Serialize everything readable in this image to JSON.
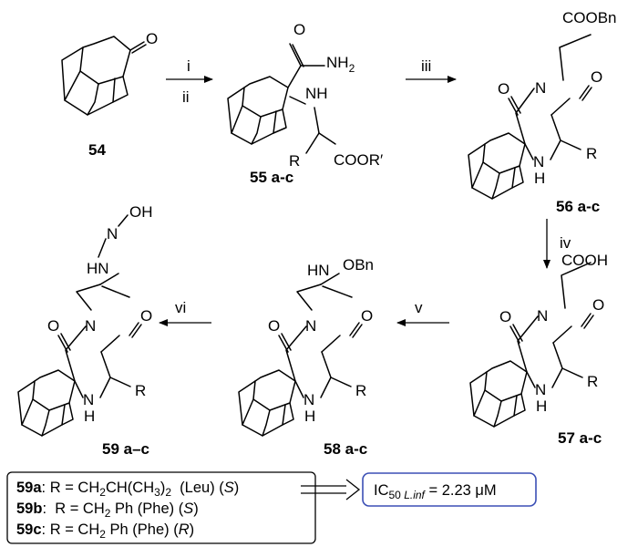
{
  "scheme": {
    "compounds": {
      "c54": "54",
      "c55": "55 a-c",
      "c56": "56 a-c",
      "c57": "57 a-c",
      "c58": "58 a-c",
      "c59": "59 a–c"
    },
    "steps": {
      "i": "i",
      "ii": "ii",
      "iii": "iii",
      "iv": "iv",
      "v": "v",
      "vi": "vi"
    },
    "atoms": {
      "O": "O",
      "NH": "NH",
      "N": "N",
      "H": "H",
      "R": "R",
      "HN": "HN",
      "OH": "OH",
      "OBn": "OBn",
      "NH2": "NH",
      "NH2_sub": "2",
      "COOR": "COOR′",
      "COOBn": "COOBn",
      "COOH": "COOH"
    }
  },
  "legend": {
    "rows": [
      {
        "cpd": "59a",
        "text": ": R = CH",
        "s1": "2",
        "t2": "CH(CH",
        "s2": "3",
        "t3": ")",
        "s3": "2",
        "t4": "  (Leu) (",
        "stereo": "S",
        "t5": ")"
      },
      {
        "cpd": "59b",
        "text": ":  R = CH",
        "s1": "2",
        "t2": " Ph (Phe) (",
        "stereo": "S",
        "t5": ")"
      },
      {
        "cpd": "59c",
        "text": ": R = CH",
        "s1": "2",
        "t2": " Ph (Phe) (",
        "stereo": "R",
        "t5": ")"
      }
    ]
  },
  "result": {
    "label": "IC",
    "sub": "50",
    "species": "L.inf",
    "value": " = 2.23 μM",
    "border_color": "#3b4fb5"
  }
}
